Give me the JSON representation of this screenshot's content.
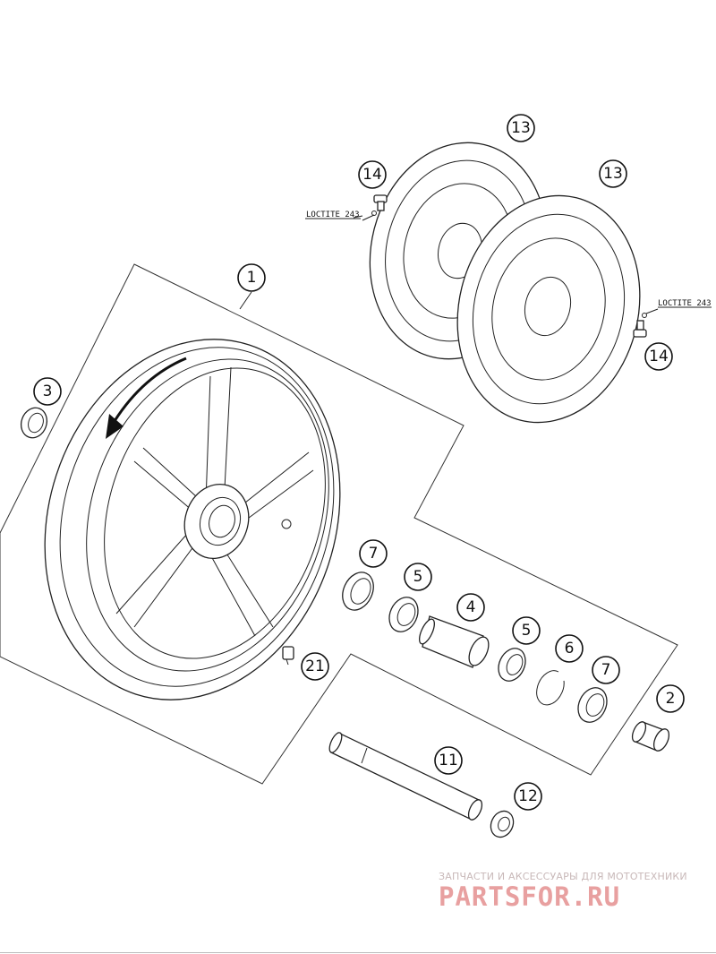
{
  "callouts": {
    "c1": "1",
    "c2": "2",
    "c3": "3",
    "c4": "4",
    "c5a": "5",
    "c5b": "5",
    "c6": "6",
    "c7a": "7",
    "c7b": "7",
    "c11": "11",
    "c12": "12",
    "c13a": "13",
    "c13b": "13",
    "c14a": "14",
    "c14b": "14",
    "c21": "21"
  },
  "loctite": {
    "left": "LOCTITE 243",
    "right": "LOCTITE 243"
  },
  "watermark": {
    "tagline": "ЗАПЧАСТИ И АКСЕССУАРЫ ДЛЯ МОТОТЕХНИКИ",
    "logo": "PARTSFOR.RU"
  }
}
